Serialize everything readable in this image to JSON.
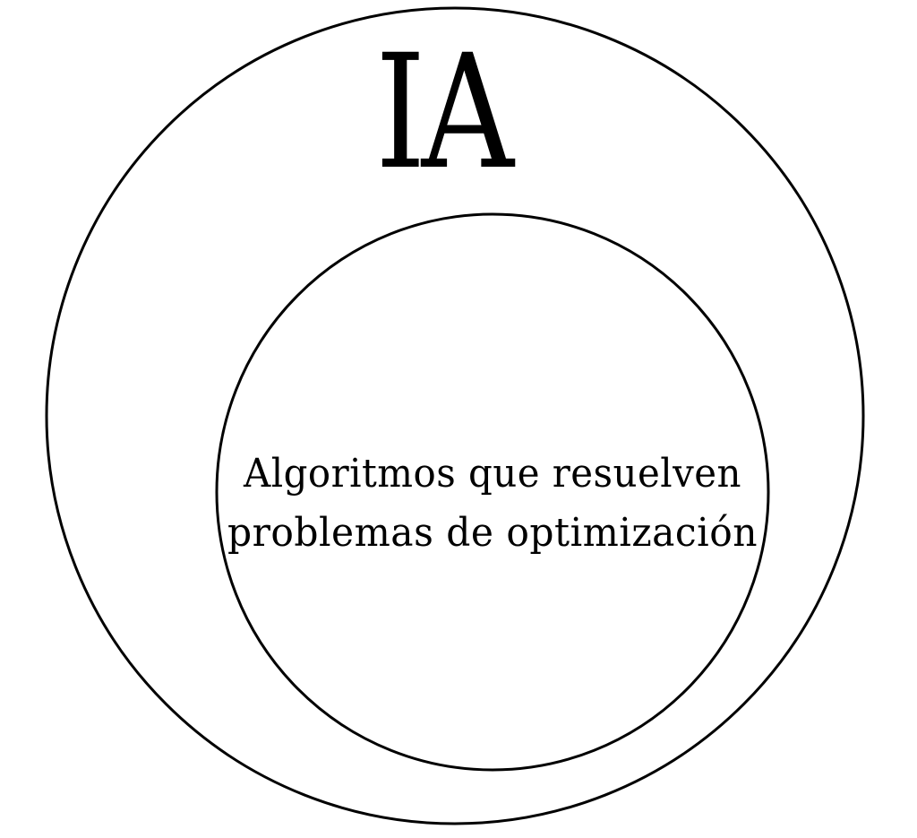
{
  "diagram": {
    "outer": {
      "label": "IA"
    },
    "inner": {
      "label_line1": "Algoritmos que resuelven",
      "label_line2": "problemas de optimización"
    }
  },
  "colors": {
    "stroke": "#000000",
    "background": "#ffffff"
  }
}
